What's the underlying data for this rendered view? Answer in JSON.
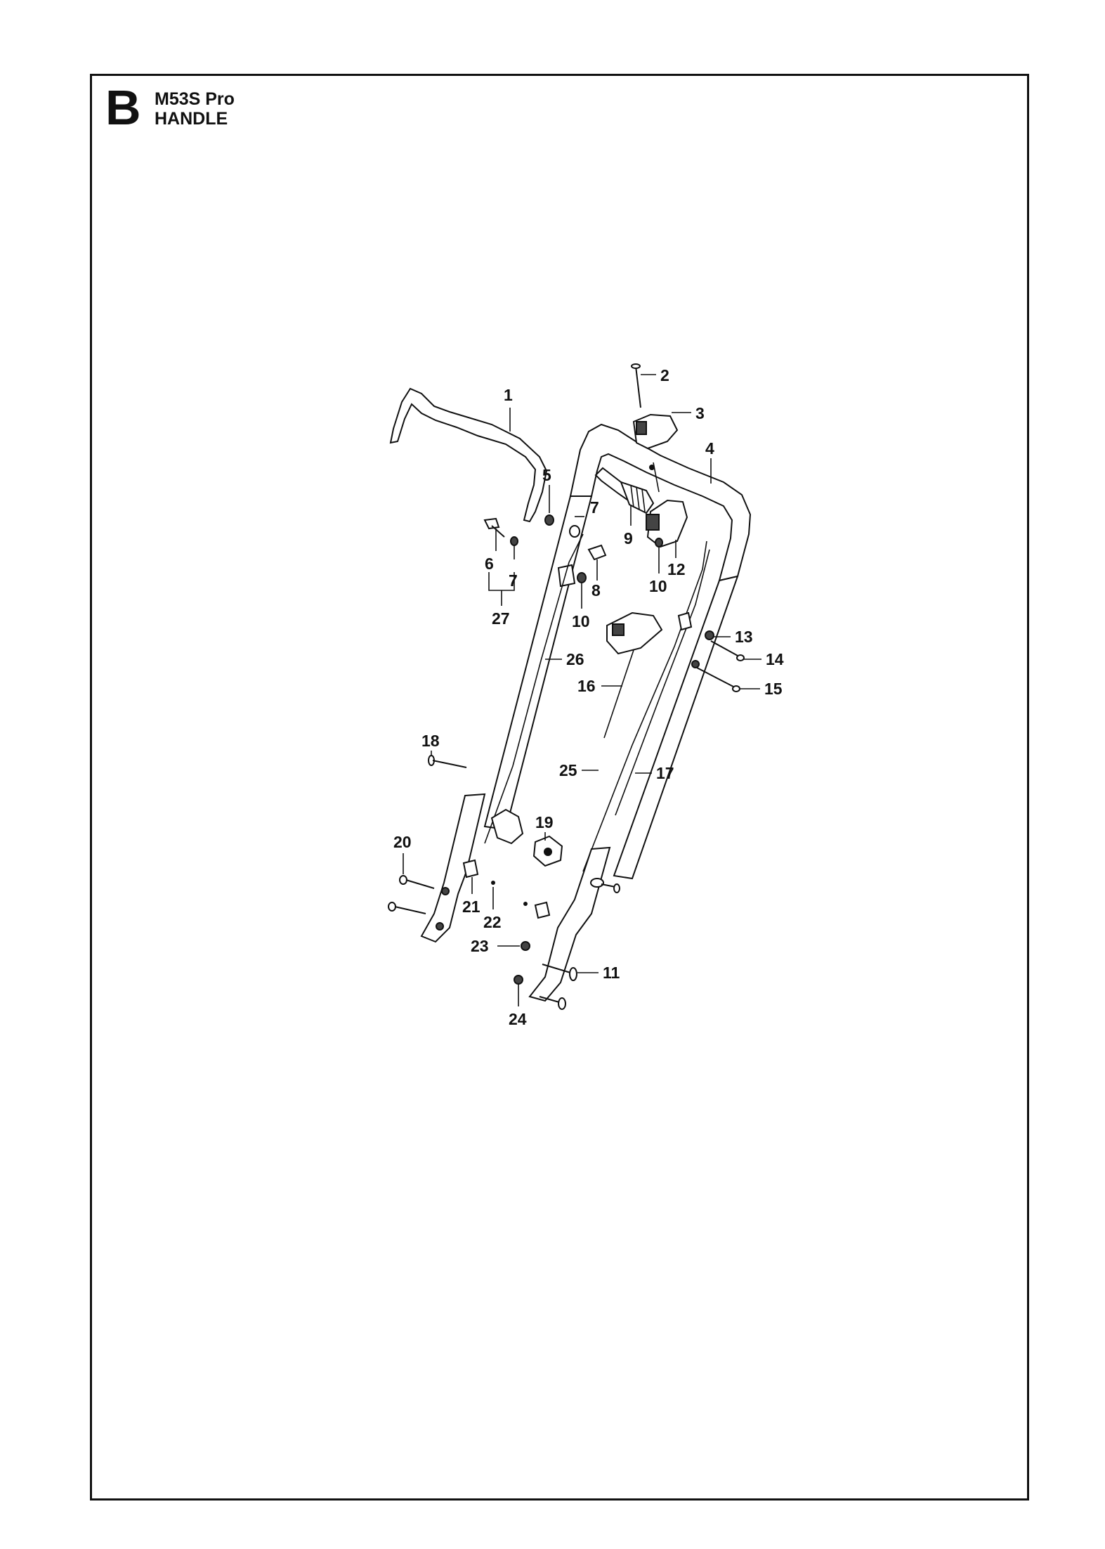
{
  "header": {
    "section_letter": "B",
    "model": "M53S Pro",
    "title": "HANDLE"
  },
  "callouts": [
    "1",
    "2",
    "3",
    "4",
    "5",
    "6",
    "7",
    "7",
    "8",
    "9",
    "10",
    "10",
    "11",
    "12",
    "13",
    "14",
    "15",
    "16",
    "17",
    "18",
    "19",
    "20",
    "21",
    "22",
    "23",
    "24",
    "25",
    "26",
    "27"
  ]
}
